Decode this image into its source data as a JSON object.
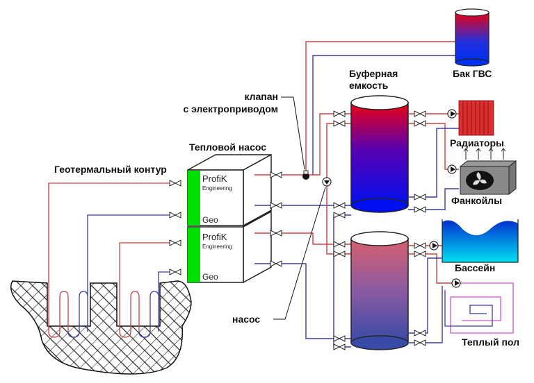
{
  "labels": {
    "geo_loop": "Геотермальный контур",
    "heat_pump": "Тепловой насос",
    "valve_line1": "клапан",
    "valve_line2": "с электроприводом",
    "buffer_line1": "Буферная",
    "buffer_line2": "емкость",
    "dhw_tank": "Бак ГВС",
    "radiators": "Радиаторы",
    "fancoils": "Фанкойлы",
    "pool": "Бассейн",
    "floor": "Теплый пол",
    "pump": "насос"
  },
  "heat_pump_units": [
    {
      "brand": "ProfiK",
      "sub": "Engineering",
      "model": "Geo"
    },
    {
      "brand": "ProfiK",
      "sub": "Engineering",
      "model": "Geo"
    }
  ],
  "colors": {
    "hot": "#d04040",
    "cold": "#3a3aaa",
    "floor_loop": "#d050d0",
    "unit_green": "#00e000",
    "tank_hot": "#ee0022",
    "tank_cold": "#0022ee"
  }
}
